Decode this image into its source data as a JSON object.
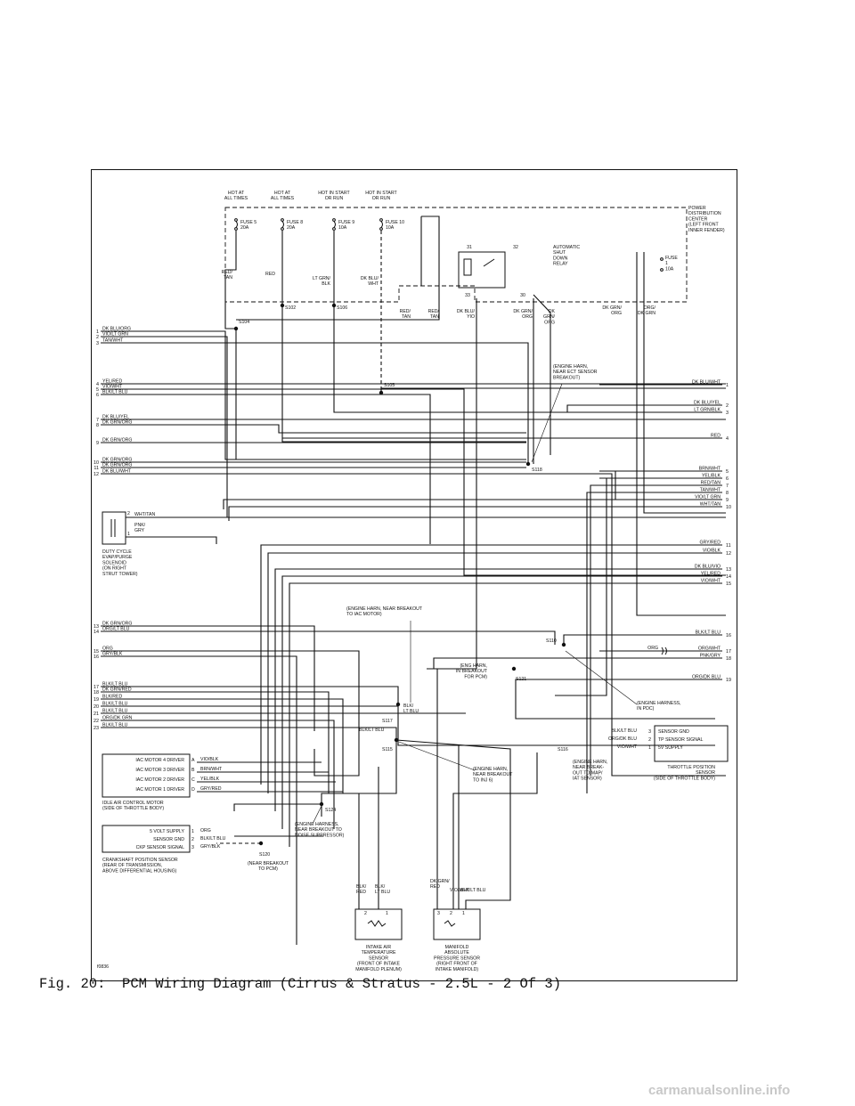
{
  "caption": "Fig. 20:  PCM Wiring Diagram (Cirrus & Stratus - 2.5L - 2 Of 3)",
  "watermark": "carmanualsonline.info",
  "figure_id": "f0836",
  "power_labels": [
    [
      "HOT AT",
      "ALL TIMES"
    ],
    [
      "HOT AT",
      "ALL TIMES"
    ],
    [
      "HOT IN START",
      "OR RUN"
    ],
    [
      "HOT IN START",
      "OR RUN"
    ]
  ],
  "fuses": [
    [
      "FUSE 5",
      "20A"
    ],
    [
      "FUSE 8",
      "20A"
    ],
    [
      "FUSE 9",
      "10A"
    ],
    [
      "FUSE 10",
      "10A"
    ]
  ],
  "fuse_1": [
    "FUSE",
    "1",
    "10A"
  ],
  "pdc_label": [
    "POWER",
    "DISTRIBUTION",
    "CENTER",
    "(LEFT FRONT",
    "INNER FENDER)"
  ],
  "relay_label": [
    "AUTOMATIC",
    "SHUT",
    "DOWN",
    "RELAY"
  ],
  "relay_pins": [
    "31",
    "32",
    "33",
    "30"
  ],
  "top_wires": [
    [
      "RED/",
      "TAN"
    ],
    [
      "RED"
    ],
    [
      "LT GRN/",
      "BLK"
    ],
    [
      "DK BLU/",
      "WHT"
    ],
    [
      "RED/",
      "TAN"
    ],
    [
      "RED/",
      "TAN"
    ],
    [
      "DK BLU/",
      "YIO"
    ],
    [
      "DK GRN/",
      "ORG"
    ],
    [
      "DK",
      "GRN/",
      "ORG"
    ],
    [
      "DK GRN/",
      "ORG"
    ],
    [
      "ORG/",
      "DK GRN"
    ]
  ],
  "splices": [
    "S104",
    "S102",
    "S106",
    "S105",
    "S118",
    "S110",
    "S121",
    "S117",
    "S115",
    "S116",
    "S124",
    "S120"
  ],
  "left_wires": [
    [
      "1",
      "DK BLU/ORG"
    ],
    [
      "2",
      "VIO/LT GRN"
    ],
    [
      "3",
      "TAN/WHT"
    ],
    [
      "4",
      "YEL/RED"
    ],
    [
      "5",
      "VIO/WHT"
    ],
    [
      "6",
      "BLK/LT BLU"
    ],
    [
      "7",
      "DK BLU/YEL"
    ],
    [
      "8",
      "DK GRN/ORG"
    ],
    [
      "9",
      "DK GRN/ORG"
    ],
    [
      "10",
      "DK GRN/ORG"
    ],
    [
      "11",
      "DK GRN/ORG"
    ],
    [
      "12",
      "DK BLU/WHT"
    ],
    [
      "13",
      "DK GRN/ORG"
    ],
    [
      "14",
      "ORG/LT BLU"
    ],
    [
      "15",
      "ORG"
    ],
    [
      "16",
      "GRY/BLK"
    ],
    [
      "17",
      "BLK/LT BLU"
    ],
    [
      "18",
      "DK GRN/RED"
    ],
    [
      "19",
      "BLK/RED"
    ],
    [
      "20",
      "BLK/LT BLU"
    ],
    [
      "21",
      "BLK/LT BLU"
    ],
    [
      "22",
      "ORG/DK GRN"
    ],
    [
      "23",
      "BLK/LT BLU"
    ]
  ],
  "right_wires": [
    [
      "1",
      "DK BLU/WHT"
    ],
    [
      "2",
      "DK BLU/YEL"
    ],
    [
      "3",
      "LT GRN/BLK"
    ],
    [
      "4",
      "RED"
    ],
    [
      "5",
      "BRN/WHT"
    ],
    [
      "6",
      "YEL/BLK"
    ],
    [
      "7",
      "RED/TAN"
    ],
    [
      "8",
      "TAN/WHT"
    ],
    [
      "9",
      "VIO/LT GRN"
    ],
    [
      "10",
      "WHT/TAN"
    ],
    [
      "11",
      "GRY/RED"
    ],
    [
      "12",
      "VIO/BLK"
    ],
    [
      "13",
      "DK BLU/VIO"
    ],
    [
      "14",
      "YEL/RED"
    ],
    [
      "15",
      "VIO/WHT"
    ],
    [
      "16",
      "BLK/LT BLU"
    ],
    [
      "17",
      "ORG/WHT"
    ],
    [
      "18",
      "PNK/GRY"
    ],
    [
      "19",
      "ORG/DK BLU"
    ]
  ],
  "notes": {
    "ect": [
      "(ENGINE HARN,",
      "NEAR ECT SENSOR",
      "BREAKOUT)"
    ],
    "iac_breakout": [
      "(ENGINE HARN, NEAR BREAKOUT",
      "TO IAC MOTOR)"
    ],
    "eng_harn_pcm": [
      "(ENG HARN,",
      "IN BREAKOUT",
      "FOR PCM)"
    ],
    "harness_pdc": [
      "(ENGINE HARNESS,",
      "IN PDC)"
    ],
    "inj6": [
      "(ENGINE HARN,",
      "NEAR BREAKOUT",
      "TO INJ 6)"
    ],
    "map_iat": [
      "(ENGINE HARN,",
      "NEAR BREAK-",
      "OUT TO MAP/",
      "IAT SENSOR)"
    ],
    "noise": [
      "(ENGINE HARNESS,",
      "NEAR BREAKOUT TO",
      "NOISE SUPPRESSOR)"
    ],
    "near_pcm": [
      "(NEAR BREAKOUT",
      "TO PCM)"
    ]
  },
  "junction_wire": [
    "BLK/",
    "LT BLU"
  ],
  "junction_wire2": "BLK/LT BLU",
  "evap": {
    "wires": [
      "WHT/TAN",
      "PNK/",
      "GRY"
    ],
    "pins": [
      "2",
      "1"
    ],
    "label": [
      "DUTY CYCLE",
      "EVAP/PURGE",
      "SOLENOID",
      "(ON RIGHT",
      "STRUT TOWER)"
    ]
  },
  "iac": {
    "rows": [
      [
        "IAC MOTOR 4 DRIVER",
        "A",
        "VIO/BLK"
      ],
      [
        "IAC MOTOR 3 DRIVER",
        "B",
        "BRN/WHT"
      ],
      [
        "IAC MOTOR 2 DRIVER",
        "C",
        "YEL/BLK"
      ],
      [
        "IAC MOTOR 1 DRIVER",
        "D",
        "GRY/RED"
      ]
    ],
    "label": [
      "IDLE AIR CONTROL MOTOR",
      "(SIDE OF THROTTLE BODY)"
    ]
  },
  "ckp": {
    "rows": [
      [
        "5 VOLT SUPPLY",
        "1",
        "ORG"
      ],
      [
        "SENSOR GND",
        "2",
        "BLK/LT BLU"
      ],
      [
        "CKP SENSOR SIGNAL",
        "3",
        "GRY/BLK"
      ]
    ],
    "label": [
      "CRANKSHAFT POSITION SENSOR",
      "(REAR OF TRANSMISSION,",
      "ABOVE DIFFERENTIAL HOUSING)"
    ]
  },
  "tps": {
    "rows": [
      [
        "SENSOR GND",
        "3",
        "BLK/LT BLU"
      ],
      [
        "TP SENSOR SIGNAL",
        "2",
        "ORG/DK BLU"
      ],
      [
        "5V SUPPLY",
        "1",
        "VIO/WHT"
      ]
    ],
    "label": [
      "THROTTLE POSITION",
      "SENSOR",
      "(SIDE OF THROTTLE BODY)"
    ]
  },
  "iat": {
    "wires": [
      [
        "BLK/",
        "RED"
      ],
      [
        "BLK/",
        "LT BLU"
      ]
    ],
    "pins": [
      "2",
      "1"
    ],
    "label": [
      "INTAKE AIR",
      "TEMPERATURE",
      "SENSOR",
      "(FRONT OF INTAKE",
      "MANIFOLD PLENUM)"
    ]
  },
  "map": {
    "wires": [
      [
        "DK GRN/",
        "RED"
      ],
      [
        "VIO/WHT"
      ],
      [
        "BLK/LT BLU"
      ]
    ],
    "pins": [
      "3",
      "2",
      "1"
    ],
    "label": [
      "MANIFOLD",
      "ABSOLUTE",
      "PRESSURE SENSOR",
      "(RIGHT FRONT OF",
      "INTAKE MANIFOLD)"
    ]
  },
  "connector_orgwht": "ORG"
}
